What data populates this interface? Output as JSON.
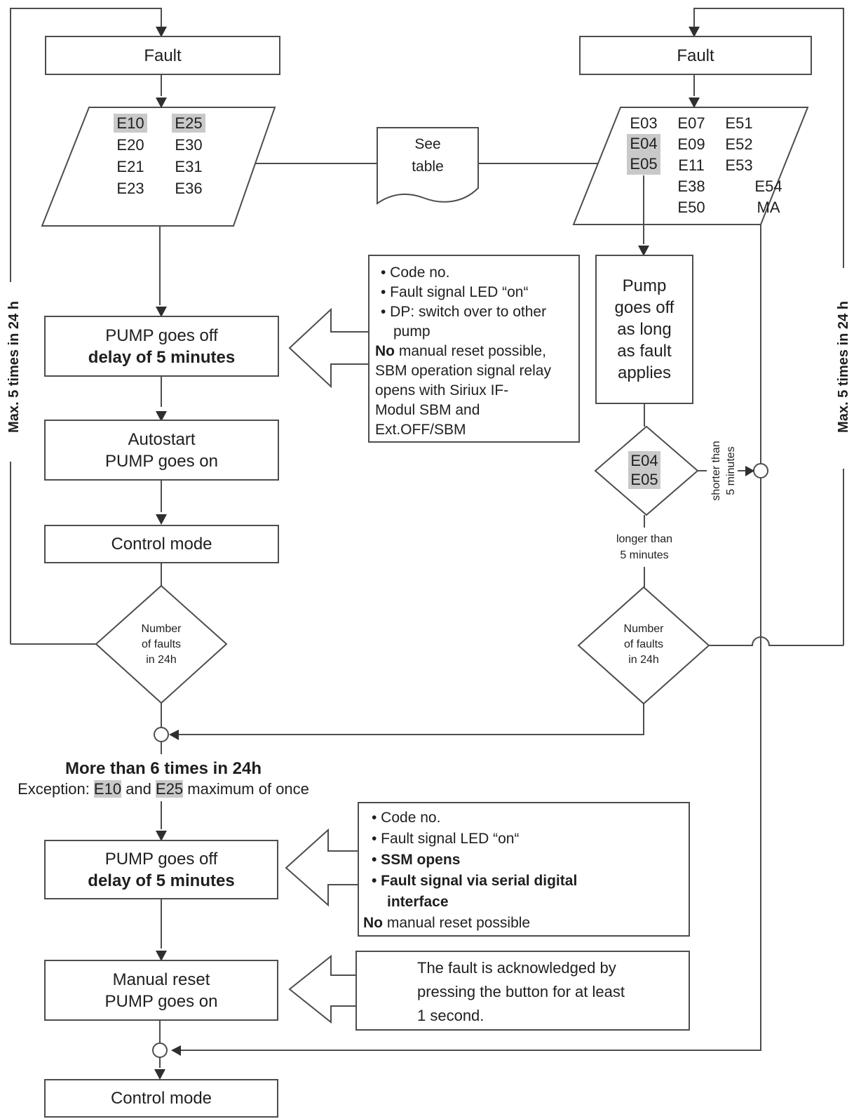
{
  "fault_left": "Fault",
  "fault_right": "Fault",
  "max_left": "Max. 5 times in 24 h",
  "max_right": "Max. 5 times in 24 h",
  "left_codes": {
    "r0c0": "E10",
    "r0c1": "E25",
    "r1c0": "E20",
    "r1c1": "E30",
    "r2c0": "E21",
    "r2c1": "E31",
    "r3c0": "E23",
    "r3c1": "E36"
  },
  "right_codes": {
    "c1r0": "E03",
    "c1r1": "E04",
    "c1r2": "E05",
    "c2r0": "E07",
    "c2r1": "E09",
    "c2r2": "E11",
    "c2r3": "E38",
    "c2r4": "E50",
    "c3r0": "E51",
    "c3r1": "E52",
    "c3r2": "E53",
    "c4r3": "E54",
    "c4r4": "MA"
  },
  "see_table": {
    "l1": "See",
    "l2": "table"
  },
  "pump1": {
    "l1": "PUMP goes off",
    "l2": "delay of 5 minutes"
  },
  "autostart": {
    "l1": "Autostart",
    "l2": "PUMP goes on"
  },
  "control1": "Control mode",
  "pumpbox": {
    "l1": "Pump",
    "l2": "goes off",
    "l3": "as long",
    "l4": "as fault",
    "l5": "applies"
  },
  "callout1": {
    "line1": "• Code no.",
    "line2": "• Fault signal LED “on“",
    "line3": "• DP: switch over to other",
    "line4": "pump",
    "no_word": "No",
    "line5_rest": " manual reset possible,",
    "line6": "SBM operation signal relay",
    "line7": "opens with Siriux IF-",
    "line8": "Modul SBM and",
    "line9": "Ext.OFF/SBM"
  },
  "e0405": {
    "l1": "E04",
    "l2": "E05"
  },
  "shorter": {
    "l1": "shorter than",
    "l2": "5 minutes"
  },
  "longer": {
    "l1": "longer than",
    "l2": "5 minutes"
  },
  "dia_left": {
    "l1": "Number",
    "l2": "of faults",
    "l3": "in 24h"
  },
  "dia_right": {
    "l1": "Number",
    "l2": "of faults",
    "l3": "in 24h"
  },
  "merge": {
    "title": "More than 6 times in 24h",
    "ex_prefix": "Exception: ",
    "e10": "E10",
    "and_word": " and ",
    "e25": "E25",
    "suffix": " maximum of once"
  },
  "pump2": {
    "l1": "PUMP goes off",
    "l2": "delay of 5 minutes"
  },
  "callout2": {
    "line1": "• Code no.",
    "line2": "• Fault signal LED “on“",
    "line3": "• SSM opens",
    "line4": "• Fault signal via serial digital",
    "line5": "interface",
    "no_word": "No",
    "line6_rest": " manual reset possible"
  },
  "manual": {
    "l1": "Manual reset",
    "l2": "PUMP goes on"
  },
  "callout3": {
    "line1": "The fault is acknowledged by",
    "line2": "pressing the button for at least",
    "line3": "1 second."
  },
  "control2": "Control mode",
  "colors": {
    "line": "#4d4d4d",
    "highlight": "#c9c9c9",
    "text": "#1f1f1f"
  }
}
